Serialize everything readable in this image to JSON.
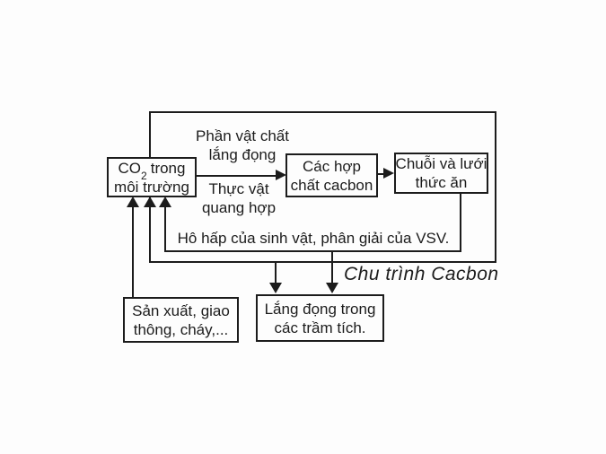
{
  "diagram": {
    "cycle_label": "Chu trình Cacbon",
    "boxes": {
      "co2": {
        "prefix": "CO",
        "sub": "2",
        "suffix": "trong",
        "line2": "môi trường"
      },
      "carbon_compounds": {
        "line1": "Các hợp",
        "line2": "chất cacbon"
      },
      "food_chain": {
        "line1": "Chuỗi và lưới",
        "line2": "thức ăn"
      },
      "production": {
        "line1": "Sản xuất, giao",
        "line2": "thông, cháy,..."
      },
      "sediment": {
        "line1": "Lắng đọng trong",
        "line2": "các trầm tích."
      }
    },
    "labels": {
      "deposition": {
        "line1": "Phần vật chất",
        "line2": "lắng đọng"
      },
      "photosynthesis": {
        "line1": "Thực vật",
        "line2": "quang hợp"
      },
      "respiration": "Hô hấp của sinh vật, phân giải của VSV."
    },
    "colors": {
      "ink": "#1c1c1c",
      "background": "#fdfdfd"
    }
  }
}
